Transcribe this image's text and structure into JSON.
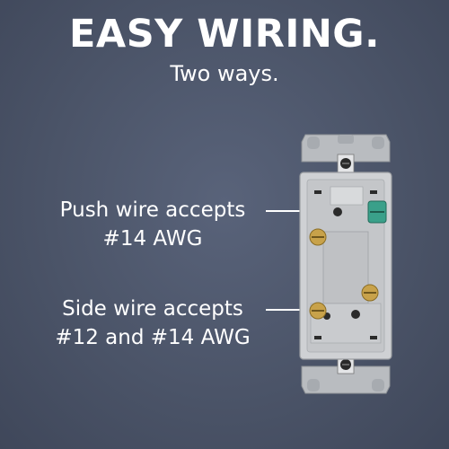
{
  "headline": "EASY WIRING.",
  "subheadline": "Two ways.",
  "callouts": [
    {
      "line1": "Push wire accepts",
      "line2": "#14 AWG"
    },
    {
      "line1": "Side wire accepts",
      "line2": "#12 and #14 AWG"
    }
  ],
  "colors": {
    "background": "#4b5468",
    "text": "#ffffff",
    "device_body": "#cfd1d4",
    "brass_screw": "#c8a24a",
    "ground_screw": "#3aa08a"
  }
}
